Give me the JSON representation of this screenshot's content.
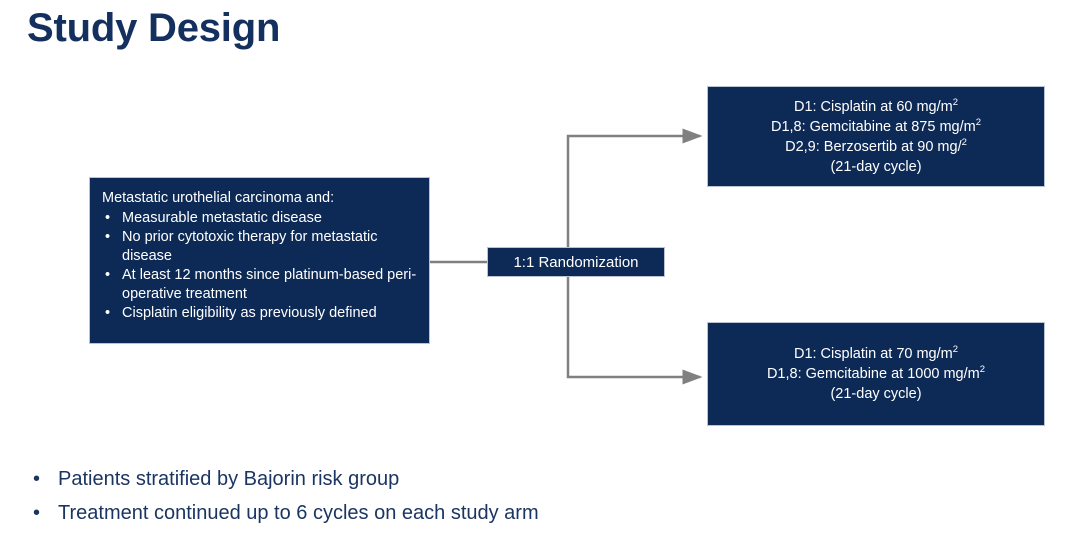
{
  "slide": {
    "title": "Study Design",
    "background_color": "#ffffff",
    "navy_fill": "#0d2a56",
    "navy_text": "#1b3563",
    "title_color": "#14305e",
    "connector_color": "#808080"
  },
  "eligibility": {
    "lead": "Metastatic urothelial carcinoma and:",
    "bullet_marker": "•",
    "items": [
      "Measurable metastatic disease",
      "No prior cytotoxic therapy for metastatic disease",
      "At least 12 months since platinum-based peri-operative treatment",
      "Cisplatin eligibility as previously defined"
    ]
  },
  "randomization": {
    "label": "1:1 Randomization"
  },
  "arms": [
    {
      "name": "experimental-arm",
      "lines": [
        {
          "text": "D1: Cisplatin at 60 mg/m",
          "sup": "2"
        },
        {
          "text": "D1,8: Gemcitabine at 875 mg/m",
          "sup": "2"
        },
        {
          "text": "D2,9: Berzosertib at 90 mg/",
          "sup": "2"
        },
        {
          "text": "(21-day cycle)",
          "sup": ""
        }
      ]
    },
    {
      "name": "control-arm",
      "lines": [
        {
          "text": "D1: Cisplatin at 70 mg/m",
          "sup": "2"
        },
        {
          "text": "D1,8: Gemcitabine at 1000 mg/m",
          "sup": "2"
        },
        {
          "text": "(21-day cycle)",
          "sup": ""
        }
      ]
    }
  ],
  "bottom_notes": {
    "bullet_marker": "•",
    "items": [
      "Patients stratified by Bajorin risk group",
      "Treatment continued up to 6 cycles on each study arm"
    ]
  }
}
